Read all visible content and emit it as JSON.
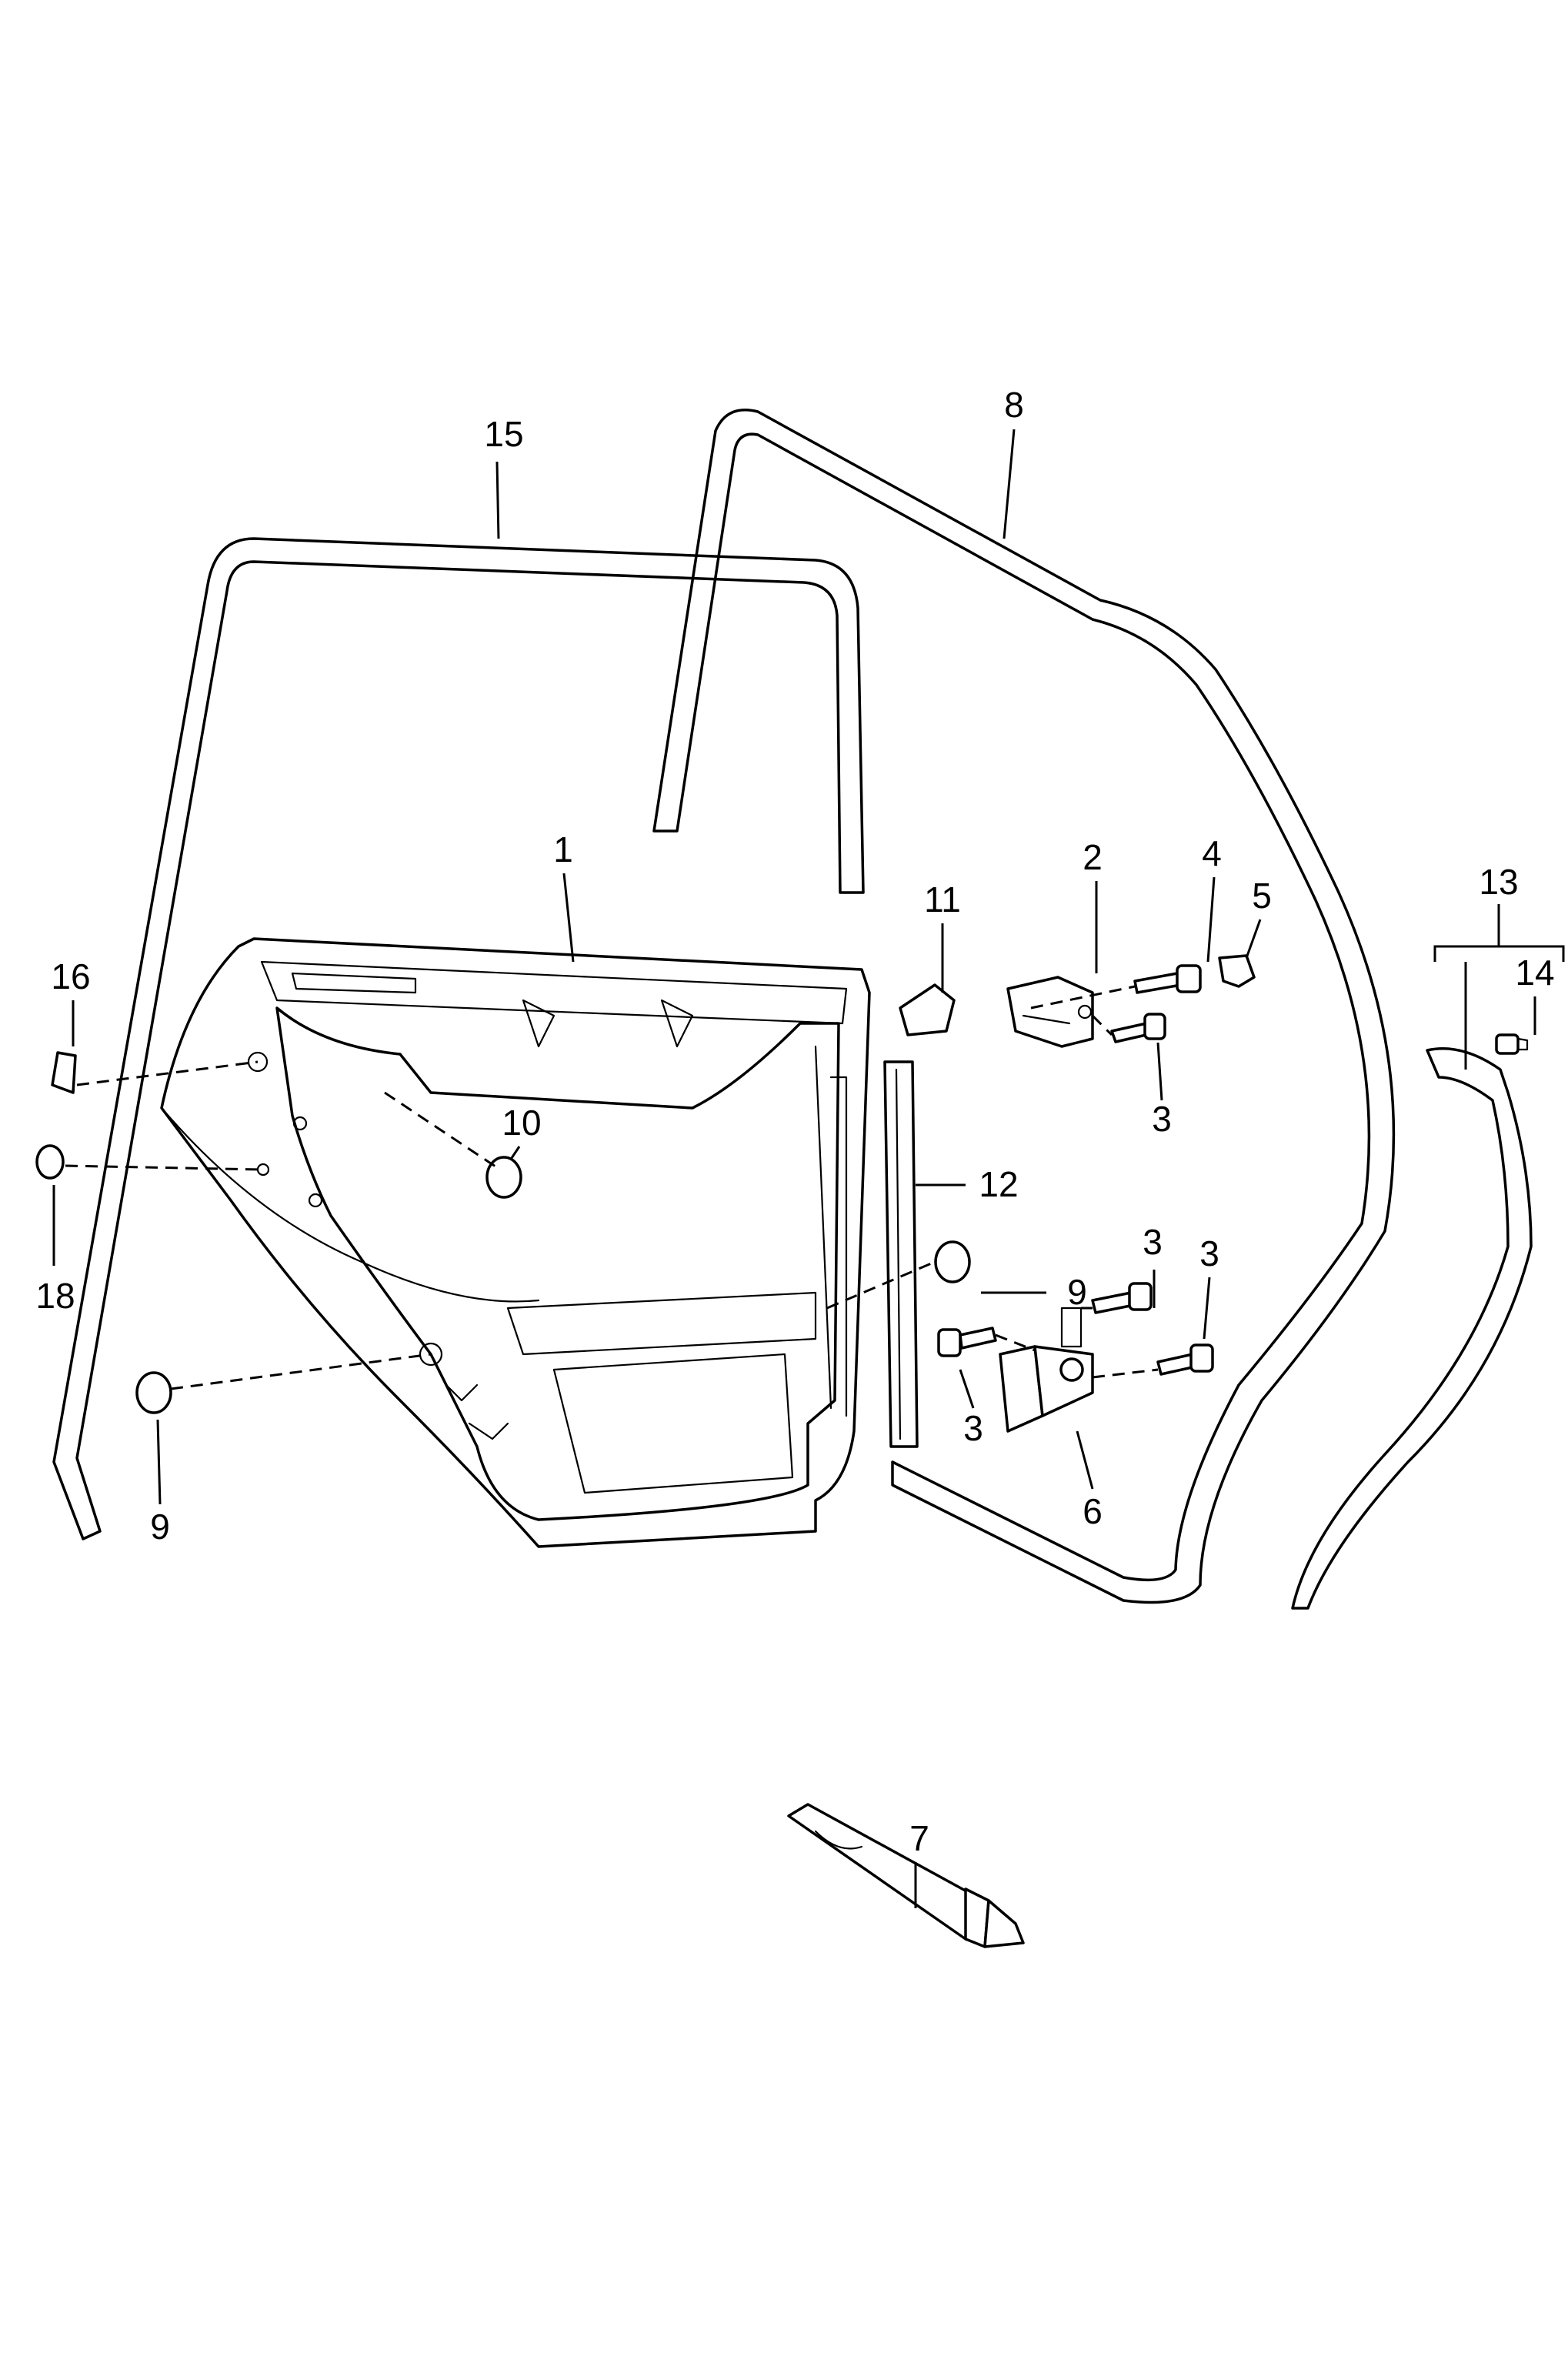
{
  "callouts": {
    "c1": "1",
    "c2": "2",
    "c3a": "3",
    "c3b": "3",
    "c3c": "3",
    "c3d": "3",
    "c4": "4",
    "c5": "5",
    "c6": "6",
    "c7": "7",
    "c8": "8",
    "c9a": "9",
    "c9b": "9",
    "c10": "10",
    "c11": "11",
    "c12": "12",
    "c13": "13",
    "c14": "14",
    "c15": "15",
    "c16": "16",
    "c18": "18"
  }
}
